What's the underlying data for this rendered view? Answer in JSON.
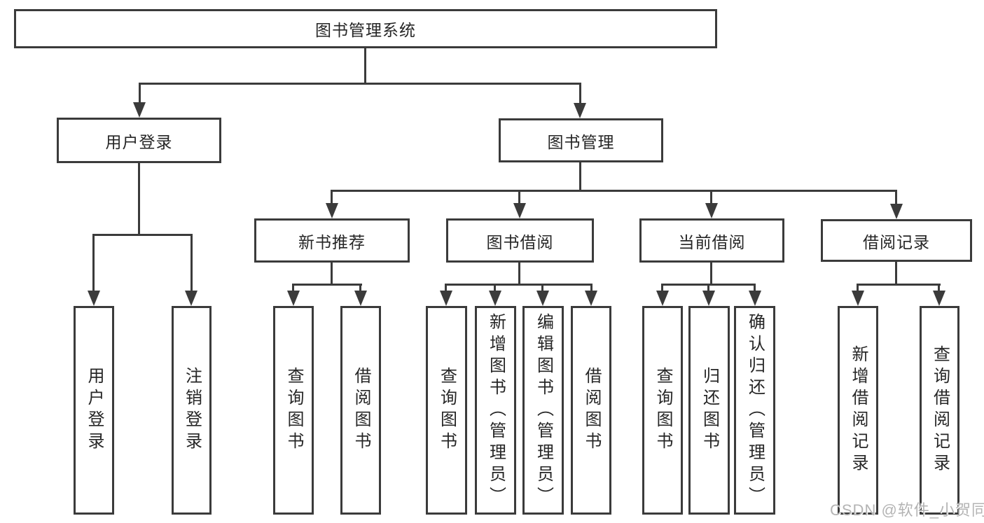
{
  "diagram": {
    "title": "图书管理系统",
    "root": "图书管理系统",
    "user_login": {
      "label": "用户登录",
      "children": [
        "用户登录",
        "注销登录"
      ]
    },
    "book_management": {
      "label": "图书管理",
      "children": [
        {
          "label": "新书推荐",
          "children": [
            "查询图书",
            "借阅图书"
          ]
        },
        {
          "label": "图书借阅",
          "children": [
            "查询图书",
            "新增图书（管理员）",
            "编辑图书（管理员）",
            "借阅图书"
          ]
        },
        {
          "label": "当前借阅",
          "children": [
            "查询图书",
            "归还图书",
            "确认归还（管理员）"
          ]
        },
        {
          "label": "借阅记录",
          "children": [
            "新增借阅记录",
            "查询借阅记录"
          ]
        }
      ]
    }
  },
  "watermark": "CSDN @软件_小贺同学",
  "colors": {
    "line": "#3b3b3b",
    "text": "#262626",
    "background": "#ffffff",
    "watermark": "#b4b4b4"
  }
}
